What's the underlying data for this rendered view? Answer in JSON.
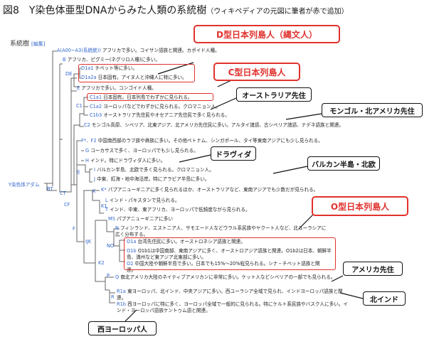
{
  "title": "図8　Y染色体亜型DNAからみた人類の系統樹",
  "title_note": "（ウィキペディアの元図に筆者が赤で追加）",
  "section_title": "系統樹",
  "edit_link": "[編集]",
  "root_label": "Y染色体アダム",
  "branch_labels": {
    "BT": "BT",
    "CT": "CT",
    "DE": "DE",
    "CF": "CF",
    "C1": "C1",
    "F": "F",
    "IJ": "IJ",
    "K": "K",
    "K1": "K1",
    "K2": "K2",
    "NO": "NO",
    "P": "P",
    "R": "R",
    "IJK": "IJK"
  },
  "rows": [
    {
      "hap": "A(A00~A3(系統統))",
      "text": "アフリカで多い。コイサン語族と関連。カポイド人種。"
    },
    {
      "hap": "B",
      "text": "アフリカ、ピグミー(ネグリロ人種)に多い。"
    },
    {
      "hap": "D1a1",
      "text": "チベット等に多い。"
    },
    {
      "hap": "D1a2a",
      "text": "日本固有。アイヌ人と沖縄人に特に多い。"
    },
    {
      "hap": "E",
      "text": "アフリカで多い。コンゴイド人種。"
    },
    {
      "hap": "C1a1",
      "text": "日本固有。日本列島でわずかに見られる。"
    },
    {
      "hap": "C1a2",
      "text": "ヨーロッパなどでわずかに見られる。クロマニョン人。"
    },
    {
      "hap": "C1b3",
      "text": "オーストラリア先住民やオセアニア先住民で多く見られる。"
    },
    {
      "hap": "C2",
      "text": "モンゴル高原、シベリア、北東アジア、北アメリカ先住民に多い。アルタイ諸語、古シベリア諸語、ナデネ語族と関連。"
    },
    {
      "hap": "F*、F2",
      "text": "中国南西部のラフ族や彝族に多い。その他ベトナム、シンガポール、タイ等東南アジアにも少し見られる。"
    },
    {
      "hap": "G",
      "text": "コーカサスで多く、ヨーロッパでも少し見られる。"
    },
    {
      "hap": "H",
      "text": "インド。特にドラヴィダ人に多い。"
    },
    {
      "hap": "I",
      "text": "バルカン半島、北欧で多く見られる。クロマニョン人。"
    },
    {
      "hap": "J",
      "text": "中東、紅海・地中海沿岸。特にアラビア半島に多い。"
    },
    {
      "hap": "K*",
      "text": "パプアニューギニアに多く見られるほか、オーストラリアなど、東南アジアでも少数だが見られる。"
    },
    {
      "hap": "L",
      "text": "インド・パキスタンで見られる。"
    },
    {
      "hap": "T",
      "text": "インド、中東、東アフリカ、ヨーロッパで低頻度ながら見られる。"
    },
    {
      "hap": "MS",
      "text": "パプアニューギニアに多い"
    },
    {
      "hap": "N",
      "text": "フィンランド、エストニア人、サモエード人などウラル系民族やヤクート人など、北ユーラシアに広く分布する。"
    },
    {
      "hap": "O1a",
      "text": "台湾先住民に多い。オーストロネシア語族と関連。"
    },
    {
      "hap": "O1b",
      "text": "O1b1は中国南部、東南アジアに多く、オーストロアジア語族と関連。O1b2は日本、朝鮮半島、満州など東アジア北東部に多い。"
    },
    {
      "hap": "O2",
      "text": "中国大陸や朝鮮半島で多い。日本でも15%〜20%程見られる。シナ・チベット語族と関連。"
    },
    {
      "hap": "Q",
      "text": "南北アメリカ大陸のネイティブアメリカンに非常に多い。ケット人などシベリアの一部でも見られる。"
    },
    {
      "hap": "R1a",
      "text": "東ヨーロッパ、北インド、中央アジアに多い。西ユーラシア全域で見られ、インドヨーロッパ語族と関連。"
    },
    {
      "hap": "R1b",
      "text": "西ヨーロッパに特に多く、ヨーロッパ全域で一般的に見られる。特にケルト系民族やバスク人に多い。インド・ヨーロッパ語族ケントゥム語と関連。"
    }
  ],
  "callouts": {
    "jomon": "D型日本列島人（縄文人）",
    "c_japan": "C型日本列島人",
    "australia": "オーストラリア先住",
    "mongol": "モンゴル・北アメリカ先住",
    "dravida": "ドラヴィダ",
    "balkan": "バルカン半島・北欧",
    "o_japan": "O型日本列島人",
    "america": "アメリカ先住",
    "north_india": "北インド",
    "west_europe": "西ヨーロッパ人"
  },
  "colors": {
    "annotation_red": "#e0322d",
    "link_blue": "#3366cc",
    "line_gray": "#666666"
  }
}
